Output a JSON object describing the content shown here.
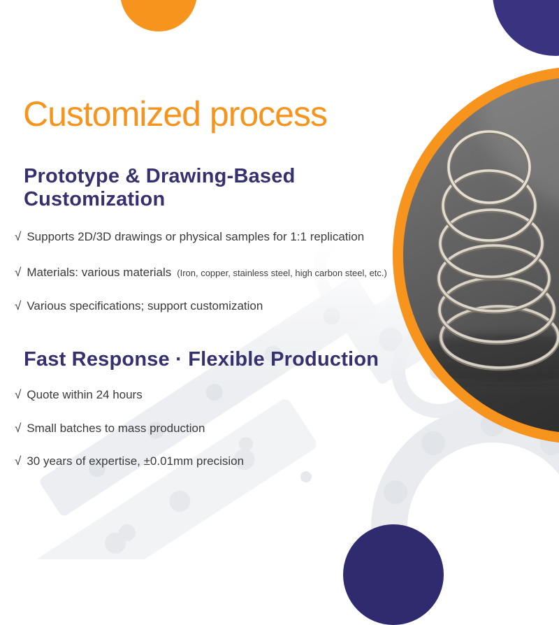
{
  "title": "Customized process",
  "sections": [
    {
      "heading_lines": [
        "Prototype & Drawing-Based",
        "Customization"
      ],
      "bullets": [
        {
          "mark": "√",
          "text": "Supports 2D/3D drawings or physical samples for 1:1 replication",
          "note": ""
        },
        {
          "mark": "√",
          "text": "Materials: various materials",
          "note": "(Iron, copper, stainless steel, high carbon steel, etc.)"
        },
        {
          "mark": "√",
          "text": "Various specifications; support customization",
          "note": ""
        }
      ]
    },
    {
      "heading_lines": [
        "Fast Response · Flexible Production"
      ],
      "bullets": [
        {
          "mark": "√",
          "text": "Quote within 24 hours",
          "note": ""
        },
        {
          "mark": "√",
          "text": "Small batches to mass production",
          "note": ""
        },
        {
          "mark": "√",
          "text": "30 years of expertise, ±0.01mm precision",
          "note": ""
        }
      ]
    }
  ],
  "photo": {
    "description": "Stainless steel compression spring on dark textured surface"
  },
  "colors": {
    "accent_orange": "#F6941D",
    "photo_ring_orange": "#F7941E",
    "heading_navy": "#35316F",
    "circle_navy_top_right": "#3A3480",
    "circle_navy_bottom": "#2F2B6E",
    "bullet_text": "#3A3A3A"
  }
}
